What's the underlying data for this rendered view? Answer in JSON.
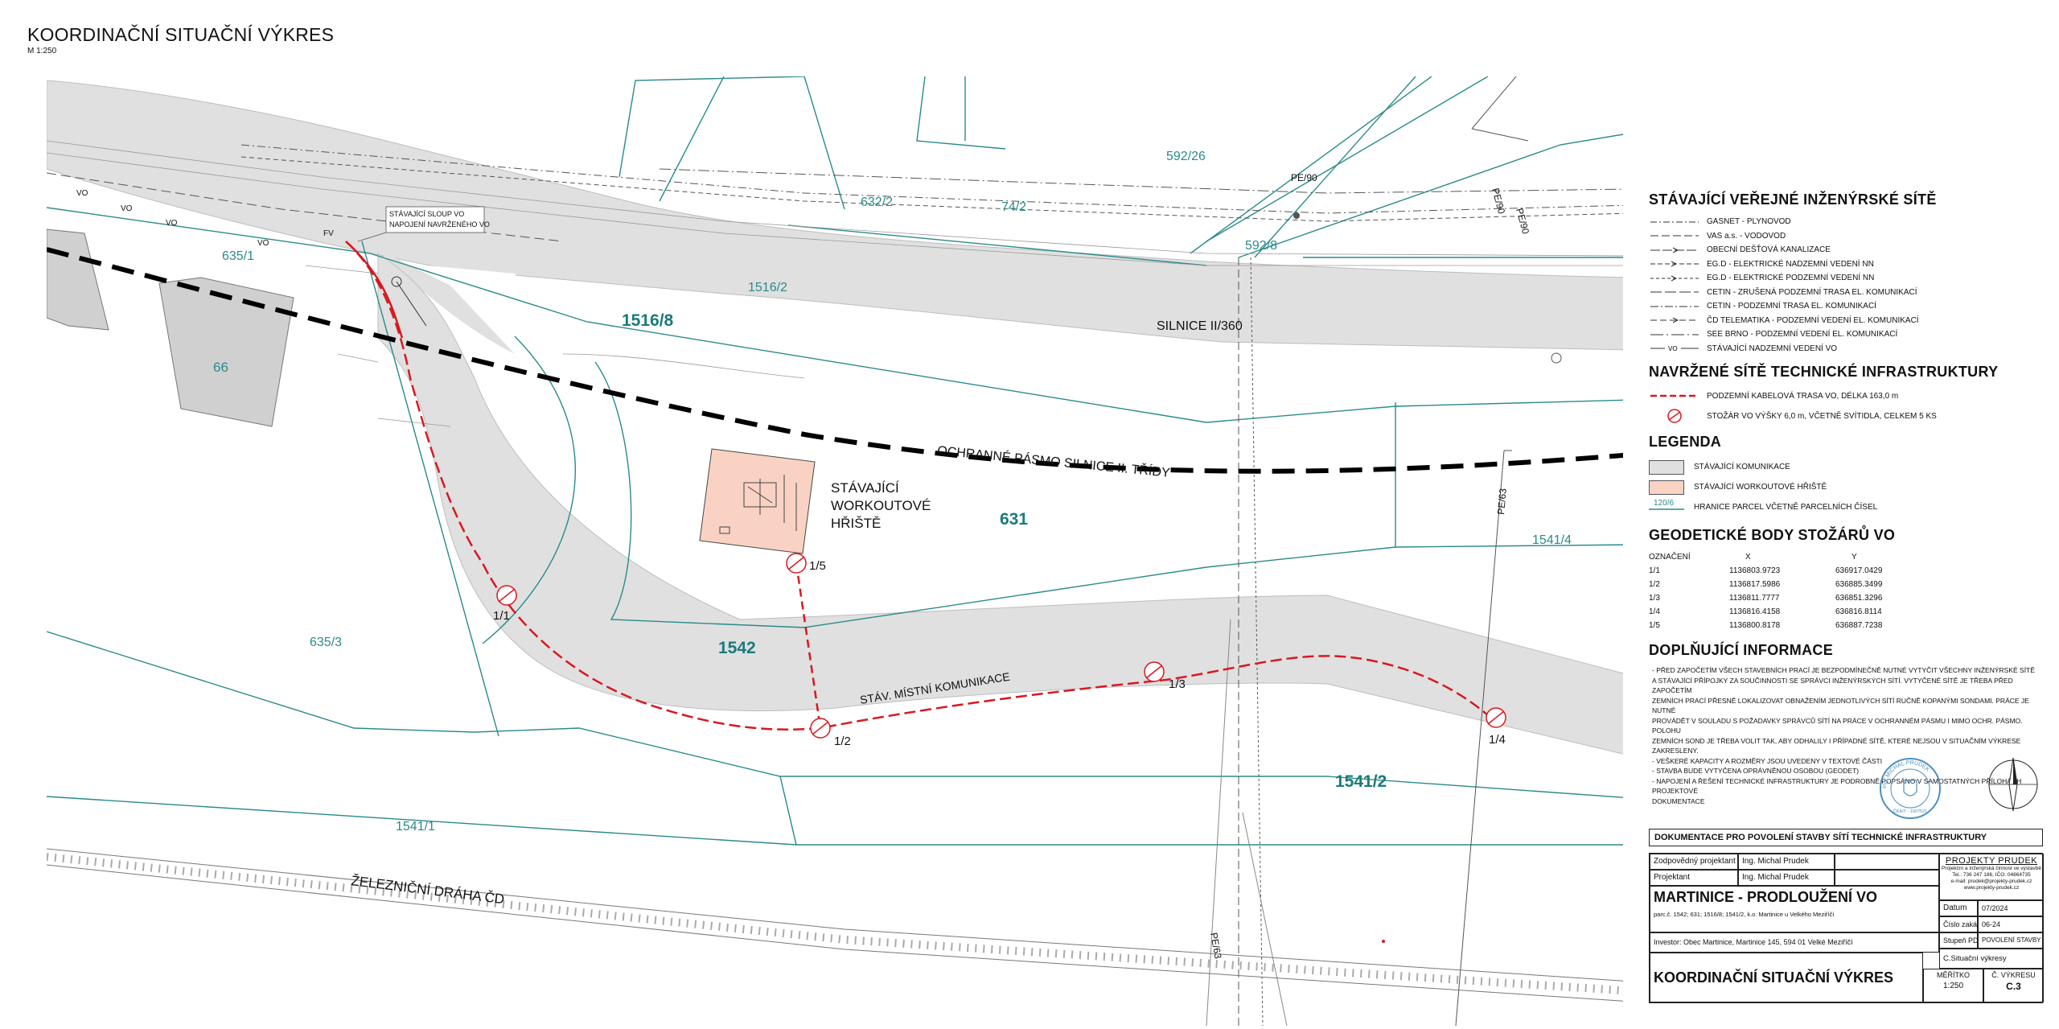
{
  "header": {
    "title": "KOORDINAČNÍ SITUAČNÍ VÝKRES",
    "scale": "M 1:250"
  },
  "map": {
    "parcels": {
      "p592_26": "592/26",
      "p632_2": "632/2",
      "p74_2": "74/2",
      "p592_8": "592/8",
      "p635_1": "635/1",
      "p1516_2": "1516/2",
      "p1516_8": "1516/8",
      "p66": "66",
      "p631": "631",
      "p1541_4": "1541/4",
      "p635_3": "635/3",
      "p1542": "1542",
      "p1541_2": "1541/2",
      "p1541_1": "1541/1"
    },
    "labels": {
      "road": "SILNICE II/360",
      "protection_zone": "OCHRANNÉ PÁSMO SILNICE II. TŘÍDY",
      "workout_l1": "STÁVAJÍCÍ",
      "workout_l2": "WORKOUTOVÉ",
      "workout_l3": "HŘIŠTĚ",
      "local_road": "STÁV. MÍSTNÍ KOMUNIKACE",
      "railway": "ŽELEZNIČNÍ DRÁHA ČD",
      "note_l1": "STÁVAJÍCÍ SLOUP VO",
      "note_l2": "NAPOJENÍ NAVRŽENÉHO VO",
      "pe90": "PE/90",
      "pe63": "PE/63",
      "fv": "FV",
      "vo": "VO"
    },
    "poles": [
      {
        "label": "1/1"
      },
      {
        "label": "1/2"
      },
      {
        "label": "1/3"
      },
      {
        "label": "1/4"
      },
      {
        "label": "1/5"
      }
    ]
  },
  "legend": {
    "existing_title": "STÁVAJÍCÍ VEŘEJNÉ INŽENÝRSKÉ SÍTĚ",
    "existing_items": [
      "GASNET - PLYNOVOD",
      "VAS a.s. - VODOVOD",
      "OBECNÍ DEŠŤOVÁ KANALIZACE",
      "EG.D - ELEKTRICKÉ NADZEMNÍ VEDENÍ NN",
      "EG.D - ELEKTRICKÉ PODZEMNÍ VEDENÍ NN",
      "CETIN - ZRUŠENÁ PODZEMNÍ TRASA EL. KOMUNIKACÍ",
      "CETIN - PODZEMNÍ TRASA EL. KOMUNIKACÍ",
      "ČD TELEMATIKA - PODZEMNÍ VEDENÍ EL. KOMUNIKACÍ",
      "SEE BRNO - PODZEMNÍ VEDENÍ EL. KOMUNIKACÍ",
      "STÁVAJÍCÍ NADZEMNÍ VEDENÍ VO"
    ],
    "proposed_title": "NAVRŽENÉ SÍTĚ TECHNICKÉ INFRASTRUKTURY",
    "proposed_items": [
      "PODZEMNÍ KABELOVÁ TRASA VO, DÉLKA 163,0 m",
      "STOŽÁR VO VÝŠKY 6,0 m, VČETNĚ SVÍTIDLA, CELKEM 5 KS"
    ],
    "legenda_title": "LEGENDA",
    "legenda_items": [
      "STÁVAJÍCÍ KOMUNIKACE",
      "STÁVAJÍCÍ WORKOUTOVÉ HŘIŠTĚ",
      "HRANICE PARCEL VČETNĚ PARCELNÍCH ČÍSEL"
    ],
    "parcel_sample": "120/6",
    "colors": {
      "road_gray": "#e0e0e0",
      "workout_fill": "#f9d2c4",
      "parcel_teal": "#2a8a8a",
      "route_red": "#d71920"
    }
  },
  "geodetic": {
    "title": "GEODETICKÉ BODY STOŽÁRŮ VO",
    "headers": [
      "OZNAČENÍ",
      "X",
      "Y"
    ],
    "rows": [
      [
        "1/1",
        "1136803.9723",
        "636917.0429"
      ],
      [
        "1/2",
        "1136817.5986",
        "636885.3499"
      ],
      [
        "1/3",
        "1136811.7777",
        "636851.3296"
      ],
      [
        "1/4",
        "1136816.4158",
        "636816.8114"
      ],
      [
        "1/5",
        "1136800.8178",
        "636887.7238"
      ]
    ]
  },
  "info": {
    "title": "DOPLŇUJÍCÍ INFORMACE",
    "lines": [
      "- PŘED ZAPOČETÍM VŠECH STAVEBNÍCH PRACÍ JE BEZPODMÍNEČNĚ NUTNÉ VYTYČIT VŠECHNY INŽENÝRSKÉ SÍTĚ",
      "A STÁVAJÍCÍ PŘÍPOJKY ZA SOUČINNOSTI SE SPRÁVCI INŽENÝRSKÝCH SÍTÍ. VYTYČENÉ SÍTĚ JE TŘEBA PŘED ZAPOČETÍM",
      "ZEMNÍCH PRACÍ PŘESNĚ LOKALIZOVAT OBNAŽENÍM JEDNOTLIVÝCH SÍTÍ RUČNĚ KOPANÝMI SONDAMI. PRÁCE JE NUTNÉ",
      "PROVÁDĚT V SOULADU S POŽADAVKY SPRÁVCŮ SÍTÍ NA PRÁCE V OCHRANNÉM PÁSMU I MIMO OCHR. PÁSMO. POLOHU",
      "ZEMNÍCH SOND JE TŘEBA VOLIT TAK, ABY ODHALILY I PŘÍPADNÉ SÍTĚ, KTERÉ NEJSOU V SITUAČNÍM VÝKRESE ZAKRESLENY.",
      "- VEŠKERÉ KAPACITY A ROZMĚRY JSOU UVEDENY V TEXTOVÉ ČÁSTI",
      "- STAVBA BUDE VYTYČENA OPRÁVNĚNOU OSOBOU (GEODET)",
      "- NAPOJENÍ A ŘEŠENÍ TECHNICKÉ INFRASTRUKTURY JE PODROBNĚ POPSÁNO V SAMOSTATNÝCH PŘÍLOHÁCH PROJEKTOVÉ",
      "DOKUMENTACE"
    ]
  },
  "stamp": {
    "ring_text": "Ing. MICHAL PRUDEK",
    "sub_text": "ČKAIT - 1007521"
  },
  "title_block": {
    "doc_header": "DOKUMENTACE PRO POVOLENÍ STAVBY SÍTÍ TECHNICKÉ INFRASTRUKTURY",
    "resp_label": "Zodpovědný projektant",
    "resp_value": "Ing. Michal Prudek",
    "proj_label": "Projektant",
    "proj_value": "Ing. Michal Prudek",
    "company_name": "PROJEKTY PRUDEK",
    "company_l1": "Projekční a inženýrská činnost ve výstavbě",
    "company_l2": "Tel.: 736 247 186, IČO: 04864735",
    "company_l3": "e-mail: prudek@projekty-prudek.cz",
    "company_l4": "www.projekty-prudek.cz",
    "project_name": "MARTINICE - PRODLOUŽENÍ VO",
    "parcels_line": "parc.č. 1542; 631; 1516/8; 1541/2, k.o. Martinice u Velkého Meziříčí",
    "investor": "Investor:  Obec Martinice, Martinice 145, 594 01 Velké Meziříčí",
    "date_label": "Datum",
    "date_value": "07/2024",
    "order_label": "Číslo zakázky",
    "order_value": "06-24",
    "stage_label": "Stupeň PD",
    "stage_value": "POVOLENÍ STAVBY",
    "sheet_name": "C.Situační výkresy",
    "drawing_title": "KOORDINAČNÍ SITUAČNÍ VÝKRES",
    "scale_label": "MĚŘÍTKO",
    "scale_value": "1:250",
    "drawing_no_label": "Č. VÝKRESU",
    "drawing_no_value": "C.3"
  }
}
